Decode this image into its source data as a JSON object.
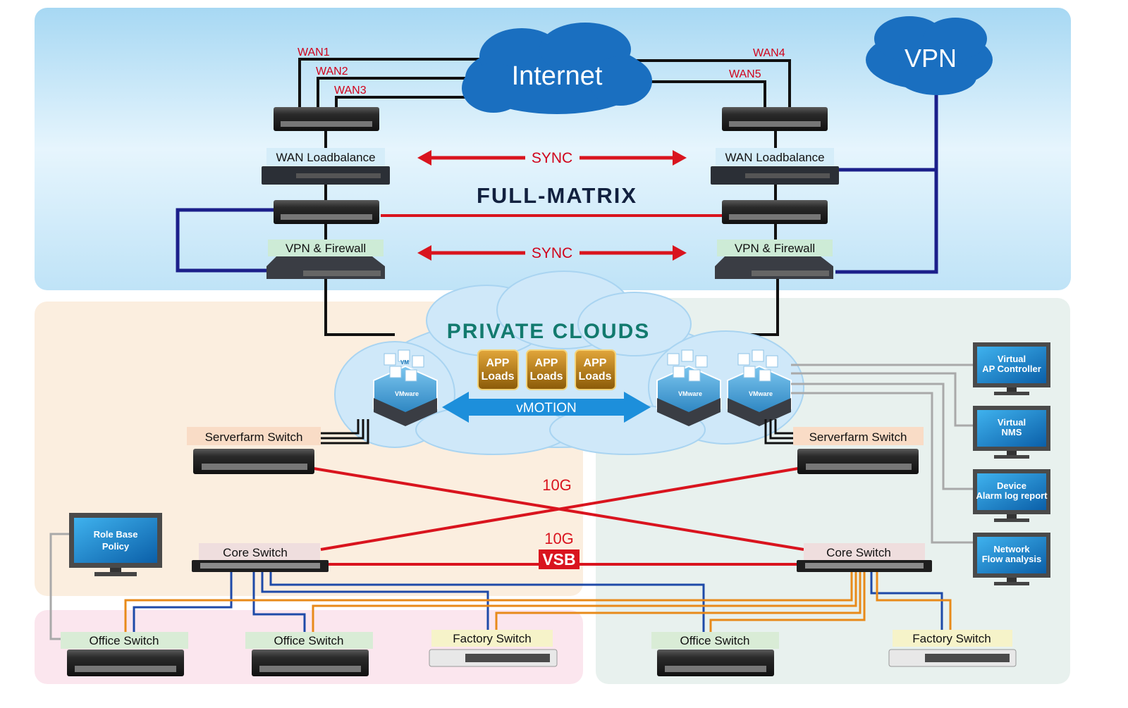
{
  "colors": {
    "top_zone": "#bfe3f7",
    "left_zone": "#fbeedf",
    "right_zone": "#e8f1ee",
    "office_zone": "#fbe6ee",
    "red": "#d9141e",
    "navy": "#1b1f8a",
    "blue_link": "#1e4aa8",
    "orange_link": "#e88a1a",
    "gray_link": "#a9a9a9",
    "cloud": "#cfe8f9"
  },
  "top": {
    "internet": "Internet",
    "vpn": "VPN",
    "wan_links": [
      "WAN1",
      "WAN2",
      "WAN3",
      "WAN4",
      "WAN5"
    ],
    "wan_lb_left": "WAN Loadbalance",
    "wan_lb_right": "WAN Loadbalance",
    "fw_left": "VPN & Firewall",
    "fw_right": "VPN & Firewall",
    "sync_top": "SYNC",
    "sync_bottom": "SYNC",
    "full_matrix": "FULL-MATRIX"
  },
  "cloud": {
    "title": "PRIVATE CLOUDS",
    "app_boxes": [
      {
        "line1": "APP",
        "line2": "Loads"
      },
      {
        "line1": "APP",
        "line2": "Loads"
      },
      {
        "line1": "APP",
        "line2": "Loads"
      }
    ],
    "vmotion": "vMOTION",
    "vm_tag": "VM",
    "vmware_tag": "VMware"
  },
  "core": {
    "serverfarm_left": "Serverfarm Switch",
    "serverfarm_right": "Serverfarm Switch",
    "core_left": "Core Switch",
    "core_right": "Core Switch",
    "label_10g_top": "10G",
    "label_10g_bottom": "10G",
    "vsb": "VSB"
  },
  "access": {
    "office_1": "Office Switch",
    "office_2": "Office Switch",
    "factory_1": "Factory Switch",
    "office_3": "Office Switch",
    "factory_2": "Factory Switch",
    "role_policy": [
      "Role Base",
      "Policy"
    ]
  },
  "monitors": [
    {
      "line1": "Virtual",
      "line2": "AP Controller"
    },
    {
      "line1": "Virtual",
      "line2": "NMS"
    },
    {
      "line1": "Device",
      "line2": "Alarm log report"
    },
    {
      "line1": "Network",
      "line2": "Flow analysis"
    }
  ]
}
